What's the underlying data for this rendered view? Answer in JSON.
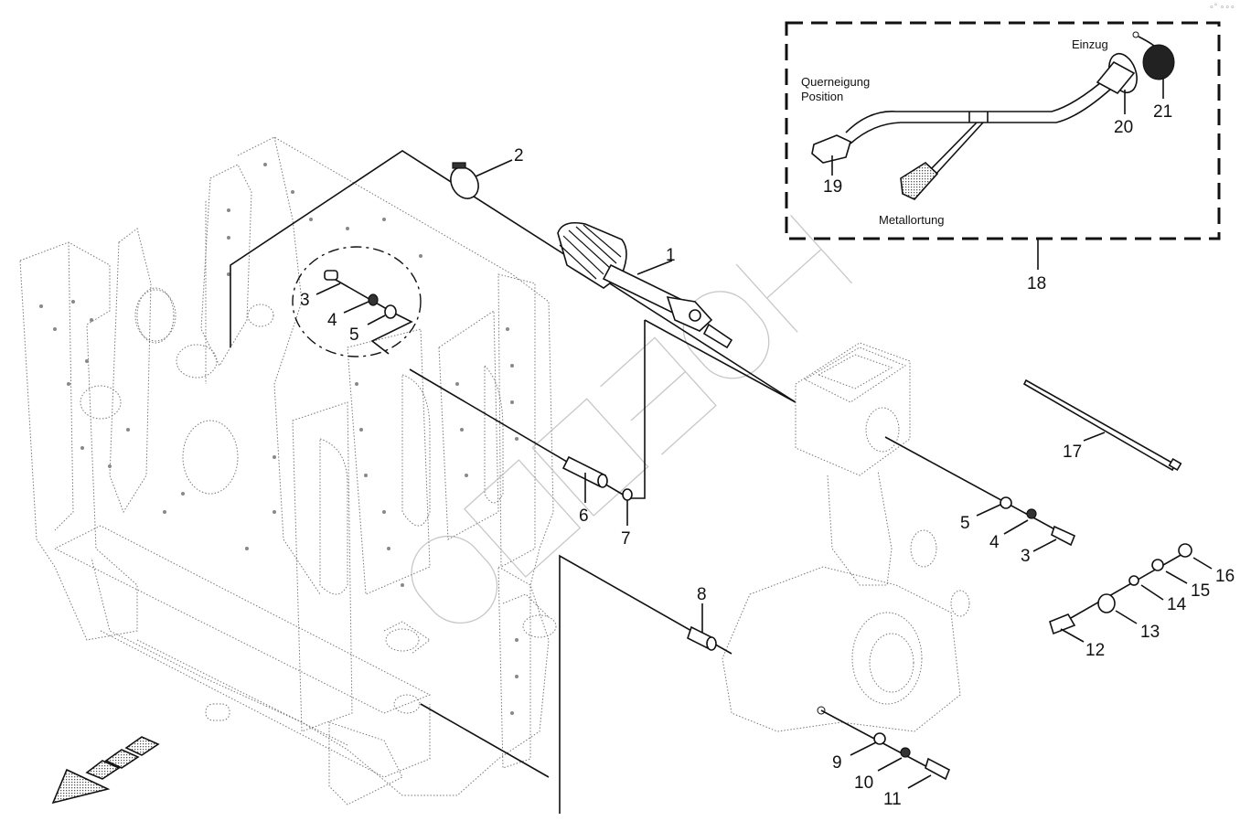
{
  "diagram": {
    "type": "exploded-parts-diagram",
    "corner_mark": "∘° ∘∘∘",
    "watermark": "СпВ3ОН",
    "callouts": [
      {
        "id": "1",
        "label": "1"
      },
      {
        "id": "2",
        "label": "2"
      },
      {
        "id": "3a",
        "label": "3"
      },
      {
        "id": "4a",
        "label": "4"
      },
      {
        "id": "5a",
        "label": "5"
      },
      {
        "id": "6",
        "label": "6"
      },
      {
        "id": "7",
        "label": "7"
      },
      {
        "id": "8",
        "label": "8"
      },
      {
        "id": "9",
        "label": "9"
      },
      {
        "id": "10",
        "label": "10"
      },
      {
        "id": "11",
        "label": "11"
      },
      {
        "id": "12",
        "label": "12"
      },
      {
        "id": "13",
        "label": "13"
      },
      {
        "id": "14",
        "label": "14"
      },
      {
        "id": "15",
        "label": "15"
      },
      {
        "id": "16",
        "label": "16"
      },
      {
        "id": "17",
        "label": "17"
      },
      {
        "id": "18",
        "label": "18"
      },
      {
        "id": "19",
        "label": "19"
      },
      {
        "id": "20",
        "label": "20"
      },
      {
        "id": "21",
        "label": "21"
      },
      {
        "id": "3b",
        "label": "3"
      },
      {
        "id": "4b",
        "label": "4"
      },
      {
        "id": "5b",
        "label": "5"
      }
    ],
    "harness_box": {
      "label_querneigung": "Querneigung",
      "label_position": "Position",
      "label_einzug": "Einzug",
      "label_metallortung": "Metallortung"
    },
    "direction_arrow": "travel-direction"
  }
}
